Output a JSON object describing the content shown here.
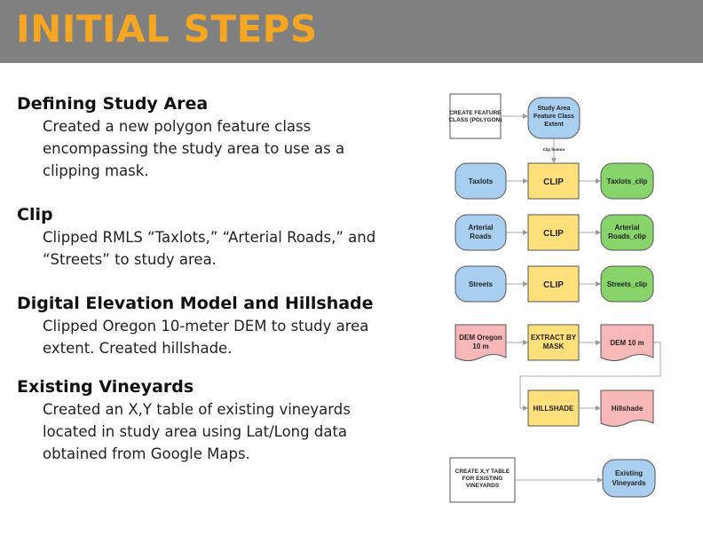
{
  "header": {
    "title": "INITIAL STEPS"
  },
  "sections": [
    {
      "heading": "Defining Study Area",
      "body": "Created a new polygon feature class encompassing the study area to use as a clipping mask."
    },
    {
      "heading": "Clip",
      "body": "Clipped RMLS “Taxlots,” “Arterial Roads,” and “Streets” to study area."
    },
    {
      "heading": "Digital Elevation Model and Hillshade",
      "body": "Clipped Oregon 10-meter DEM to study area extent. Created hillshade."
    },
    {
      "heading": "Existing Vineyards",
      "body": "Created an X,Y table of existing vineyards located in study area using Lat/Long data obtained from Google Maps."
    }
  ],
  "flowchart": {
    "create_feature_class": [
      "CREATE FEATURE",
      "CLASS (POLYGON)"
    ],
    "study_area": [
      "Study Area",
      "Feature Class",
      "Extent"
    ],
    "clip_feature_label": "Clip feature",
    "taxlots": "Taxlots",
    "arterial_roads": [
      "Arterial",
      "Roads"
    ],
    "streets": "Streets",
    "clip": "CLIP",
    "taxlots_clip": "Taxlots_clip",
    "arterial_roads_clip": [
      "Arterial",
      "Roads_clip"
    ],
    "streets_clip": "Streets_clip",
    "dem_oregon": [
      "DEM Oregon",
      "10 m"
    ],
    "extract_by_mask": [
      "EXTRACT BY",
      "MASK"
    ],
    "dem_10m": "DEM  10 m",
    "hillshade_tool": "HILLSHADE",
    "hillshade_output": "Hillshade",
    "create_xy_table": [
      "CREATE X,Y TABLE",
      "FOR EXISTING",
      "VINEYARDS"
    ],
    "existing_vineyards": [
      "Existing",
      "Vineyards"
    ]
  },
  "colors": {
    "header_bg": "#808080",
    "title": "#f5a623",
    "input_blue": "#a8cff0",
    "tool_yellow": "#ffe07a",
    "output_green": "#86d46a",
    "raster_pink": "#f8b8b8"
  }
}
